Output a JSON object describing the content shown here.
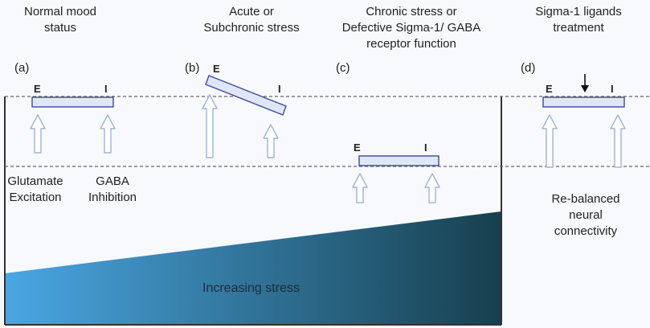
{
  "headers": {
    "a": [
      "Normal mood",
      "status"
    ],
    "b": [
      "Acute or",
      "Subchronic stress"
    ],
    "c": [
      "Chronic stress or",
      "Defective Sigma-1/ GABA",
      "receptor function"
    ],
    "d": [
      "Sigma-1 ligands",
      "treatment"
    ]
  },
  "panels": {
    "a": "(a)",
    "b": "(b)",
    "c": "(c)",
    "d": "(d)"
  },
  "labels": {
    "e": "E",
    "i": "I"
  },
  "captions": {
    "glutamate": [
      "Glutamate",
      "Excitation"
    ],
    "gaba": [
      "GABA",
      "Inhibition"
    ],
    "rebalanced": [
      "Re-balanced",
      "neural",
      "connectivity"
    ]
  },
  "stress_label": "Increasing stress",
  "colors": {
    "bar_fill": "#dfe6f7",
    "bar_stroke": "#3e4a9a",
    "arrow_fill": "#ffffff",
    "arrow_stroke": "#9fb4d6",
    "gradient_start": "#4aa7e3",
    "gradient_end": "#173f4e"
  }
}
